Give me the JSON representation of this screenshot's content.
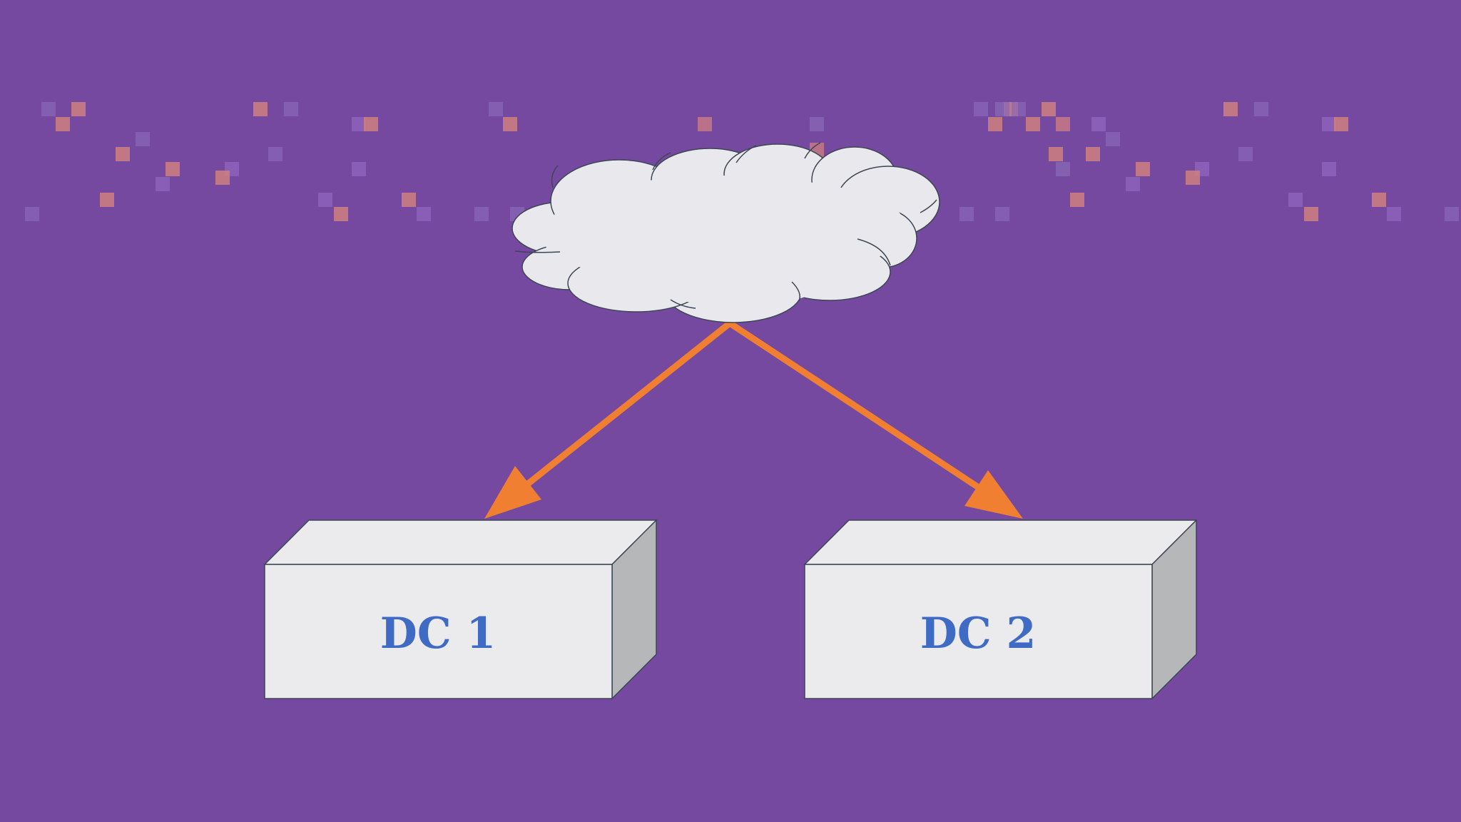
{
  "diagram": {
    "background_color": "#7549a0",
    "cloud": {
      "icon": "cloud-icon",
      "fill": "#e9e9ed",
      "stroke": "#3c4654"
    },
    "arrows": {
      "color": "#f07f32",
      "links": [
        {
          "from": "cloud",
          "to": "dc1"
        },
        {
          "from": "cloud",
          "to": "dc2"
        }
      ]
    },
    "nodes": [
      {
        "id": "dc1",
        "label": "DC 1",
        "icon": "server-box-icon"
      },
      {
        "id": "dc2",
        "label": "DC 2",
        "icon": "server-box-icon"
      }
    ],
    "box_colors": {
      "front": "#ebebee",
      "top": "#ebebee",
      "side": "#b6b7b9",
      "edge": "#3c4654",
      "label": "#3f6bc4"
    },
    "decoration": {
      "pixel_colors": [
        "#d0807f",
        "#9068c0",
        "#8a68b6"
      ]
    }
  }
}
